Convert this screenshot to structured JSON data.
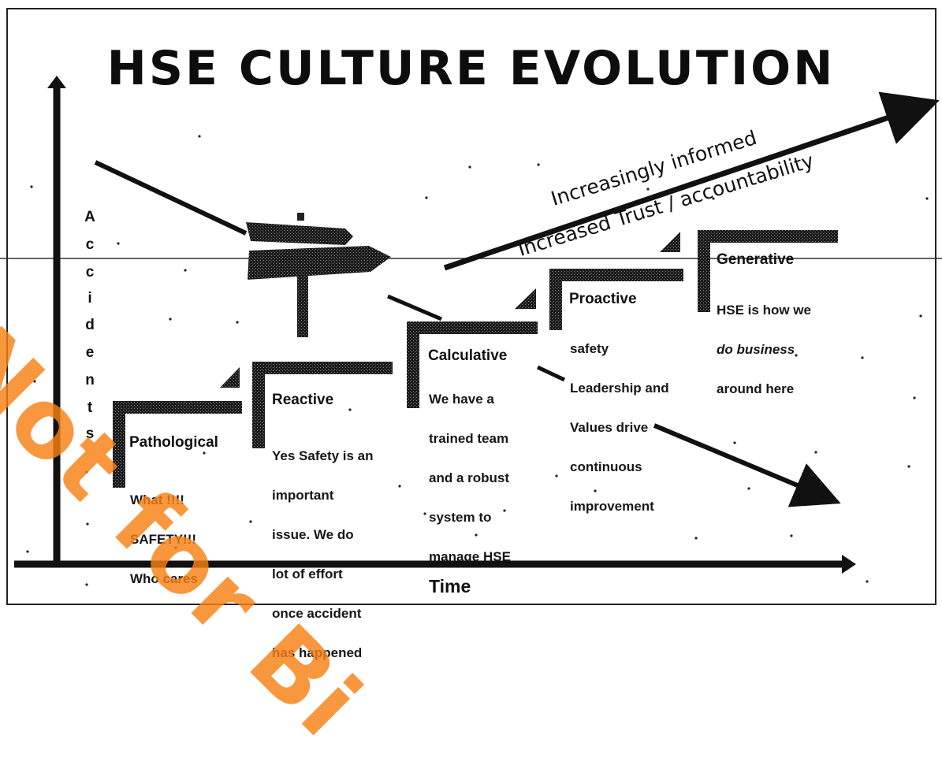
{
  "title": "HSE CULTURE EVOLUTION",
  "y_axis_label": [
    "A",
    "c",
    "c",
    "i",
    "d",
    "e",
    "n",
    "t",
    "s"
  ],
  "x_axis_label": "Time",
  "trend_texts": {
    "line1": "Increasingly informed",
    "line2": "Increased Trust / accountability"
  },
  "stages": [
    {
      "name": "Pathological",
      "desc": [
        "What !!!!",
        "SAFETY!!!",
        "Who cares"
      ]
    },
    {
      "name": "Reactive",
      "desc": [
        "Yes Safety is an",
        "important",
        "issue. We do",
        "lot of effort",
        "once accident",
        "has happened"
      ]
    },
    {
      "name": "Calculative",
      "desc": [
        "We have a",
        "trained team",
        "and a robust",
        "system to",
        "manage HSE"
      ]
    },
    {
      "name": "Proactive",
      "desc": [
        "safety",
        "Leadership and",
        "Values drive",
        "continuous",
        "improvement"
      ]
    },
    {
      "name": "Generative",
      "desc": [
        "HSE is how we",
        "do business",
        "around here"
      ]
    }
  ],
  "watermark": "Not for Bi",
  "colors": {
    "ink": "#111111",
    "watermark": "#f68014"
  }
}
